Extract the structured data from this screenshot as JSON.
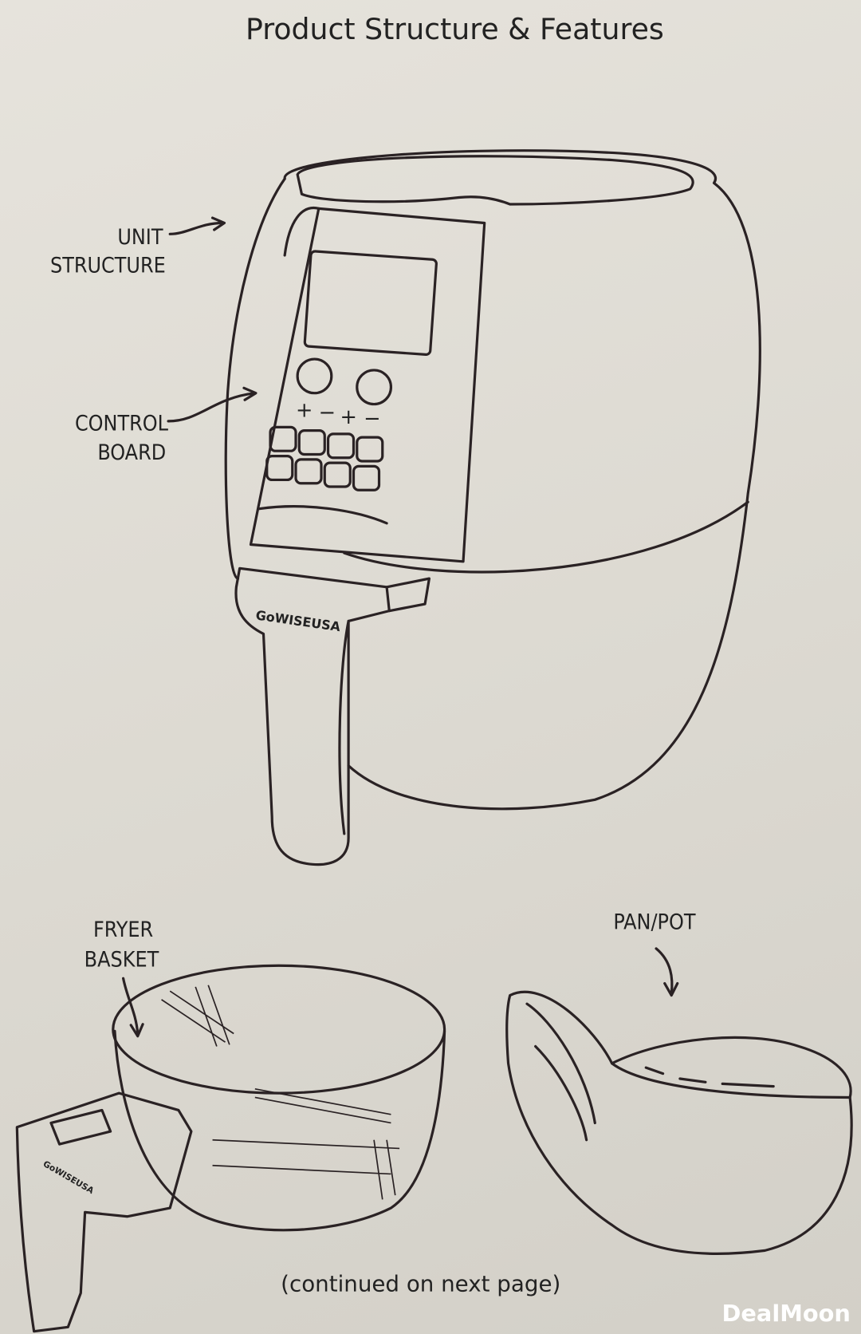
{
  "title": "Product Structure & Features",
  "labels": {
    "unit_structure": [
      "UNIT",
      "STRUCTURE"
    ],
    "control_board": [
      "CONTROL",
      "BOARD"
    ],
    "fryer_basket": [
      "FRYER",
      "BASKET"
    ],
    "pan_pot": "PAN/POT"
  },
  "control_panel": {
    "buttons": [
      "+",
      "−",
      "+",
      "−"
    ]
  },
  "brand_logo": "GoWISEUSA",
  "footer": "(continued on next page)",
  "watermark": "DealMoon"
}
